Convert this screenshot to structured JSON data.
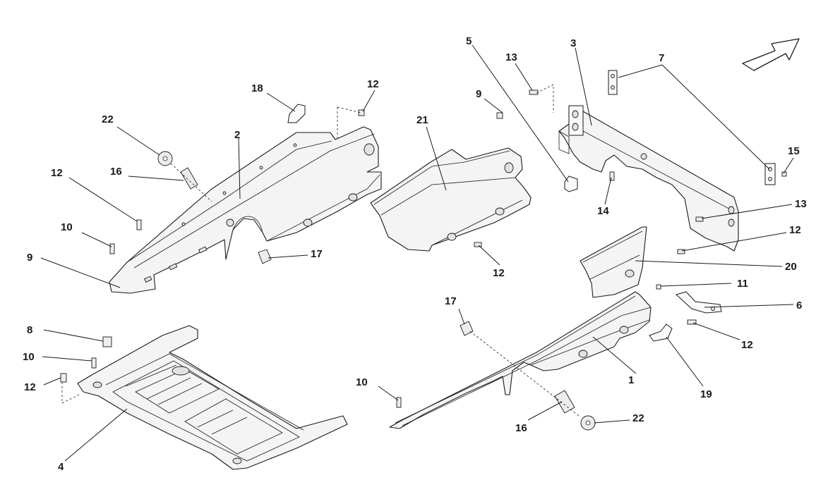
{
  "callouts": {
    "c1": "1",
    "c2": "2",
    "c3": "3",
    "c4": "4",
    "c5": "5",
    "c6": "6",
    "c7": "7",
    "c8": "8",
    "c9a": "9",
    "c9b": "9",
    "c10a": "10",
    "c10b": "10",
    "c10c": "10",
    "c11": "11",
    "c12a": "12",
    "c12b": "12",
    "c12c": "12",
    "c12d": "12",
    "c12e": "12",
    "c12f": "12",
    "c13a": "13",
    "c13b": "13",
    "c14": "14",
    "c15": "15",
    "c16a": "16",
    "c16b": "16",
    "c17a": "17",
    "c17b": "17",
    "c18": "18",
    "c19": "19",
    "c20": "20",
    "c21": "21",
    "c22a": "22",
    "c22b": "22"
  },
  "icons": {
    "direction_arrow": "direction-arrow-icon"
  }
}
